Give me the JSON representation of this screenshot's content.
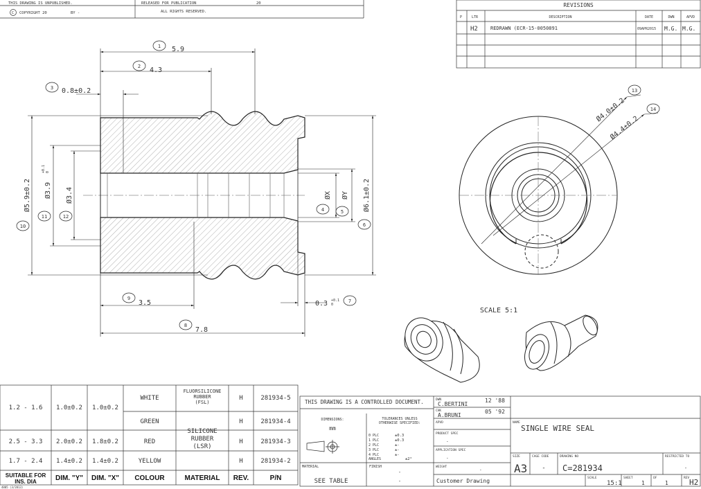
{
  "header": {
    "unpublished": "THIS DRAWING IS UNPUBLISHED.",
    "copyright": "COPYRIGHT 20",
    "copyright_symbol": "C",
    "by": "BY -",
    "released": "RELEASED FOR PUBLICATION",
    "released_year": "20",
    "rights": "ALL RIGHTS RESERVED."
  },
  "revisions": {
    "title": "REVISIONS",
    "headers": {
      "p": "P",
      "ltr": "LTR",
      "description": "DESCRIPTION",
      "date": "DATE",
      "dwn": "DWN",
      "apvd": "APVD"
    },
    "rows": [
      {
        "ltr": "H2",
        "description": "REDRAWN (ECR-15-0050891",
        "date": "09APR2015",
        "dwn": "M.G.",
        "apvd": "M.G."
      }
    ]
  },
  "dims": {
    "d1": "1",
    "d1_val": "5.9",
    "d2": "2",
    "d2_val": "4.3",
    "d3": "3",
    "d3_val": "0.8±0.2",
    "d4": "4",
    "d4_val": "ØX",
    "d5": "5",
    "d5_val": "ØY",
    "d6": "6",
    "d6_val": "Ø6.1±0.2",
    "d7": "7",
    "d7_val": "0.3",
    "d7_tol": "+0.1",
    "d7_tol2": "0",
    "d8": "8",
    "d8_val": "7.8",
    "d9": "9",
    "d9_val": "3.5",
    "d10": "10",
    "d10_val": "Ø5.9±0.2",
    "d11": "11",
    "d11_val": "Ø3.9",
    "d11_tol": "+0.1",
    "d11_tol2": "0",
    "d12": "12",
    "d12_val": "Ø3.4",
    "d13": "13",
    "d13_val": "Ø4.0±0.2",
    "d14": "14",
    "d14_val": "Ø4.4±0.2",
    "scale_label": "SCALE 5:1"
  },
  "table": {
    "headers": [
      "SUITABLE FOR INS. DIA",
      "DIM. \"Y\"",
      "DIM. \"X\"",
      "COLOUR",
      "MATERIAL",
      "REV.",
      "P/N"
    ],
    "rows": [
      {
        "dia": "1.2 - 1.6",
        "y": "1.0±0.2",
        "x": "1.0±0.2",
        "colour": "WHITE",
        "material": "FLUORSILICONE RUBBER (FSL)",
        "rev": "H",
        "pn": "281934-5"
      },
      {
        "dia": "",
        "y": "",
        "x": "",
        "colour": "GREEN",
        "material": "SILICONE RUBBER (LSR)",
        "rev": "H",
        "pn": "281934-4"
      },
      {
        "dia": "2.5 - 3.3",
        "y": "2.0±0.2",
        "x": "1.8±0.2",
        "colour": "RED",
        "material": "",
        "rev": "H",
        "pn": "281934-3"
      },
      {
        "dia": "1.7 - 2.4",
        "y": "1.4±0.2",
        "x": "1.4±0.2",
        "colour": "YELLOW",
        "material": "",
        "rev": "H",
        "pn": "281934-2"
      }
    ]
  },
  "title_block": {
    "controlled": "THIS DRAWING IS A CONTROLLED DOCUMENT.",
    "dimensions_label": "DIMENSIONS:",
    "dimensions_unit": "mm",
    "tolerances": "TOLERANCES UNLESS OTHERWISE SPECIFIED:",
    "tol_rows": [
      {
        "plc": "0 PLC",
        "val": "±0.3"
      },
      {
        "plc": "1 PLC",
        "val": "±0.3"
      },
      {
        "plc": "2 PLC",
        "val": "±-"
      },
      {
        "plc": "3 PLC",
        "val": "±-"
      },
      {
        "plc": "4 PLC",
        "val": "±-"
      },
      {
        "plc": "ANGLES",
        "val": "±2°"
      }
    ],
    "material_label": "MATERIAL",
    "material_val": "SEE TABLE",
    "finish_label": "FINISH",
    "finish_val": "-",
    "finish_val2": "-",
    "dwn_label": "DWN",
    "dwn_name": "C.BERTINI",
    "dwn_date": "12 '88",
    "chk_label": "CHK",
    "chk_name": "A.BRUNI",
    "chk_date": "05 '92",
    "apvd_label": "APVD",
    "product_spec": "PRODUCT SPEC",
    "product_spec_val": "-",
    "application_spec": "APPLICATION SPEC",
    "application_spec_val": "-",
    "weight_label": "WEIGHT",
    "weight_val": "-",
    "name_label": "NAME",
    "name_val": "SINGLE WIRE SEAL",
    "size_label": "SIZE",
    "size_val": "A3",
    "cage_label": "CAGE CODE",
    "cage_val": "-",
    "drawing_no_label": "DRAWING NO",
    "drawing_no_val": "C=281934",
    "restricted_label": "RESTRICTED TO",
    "restricted_val": "-",
    "customer": "Customer Drawing",
    "scale_label": "SCALE",
    "scale_val": "15:1",
    "sheet_label": "SHEET",
    "sheet_val": "1",
    "of_label": "OF",
    "of_val": "1",
    "rev_label": "REV",
    "rev_val": "H2"
  },
  "footer_note": "4805 (3/2013)"
}
